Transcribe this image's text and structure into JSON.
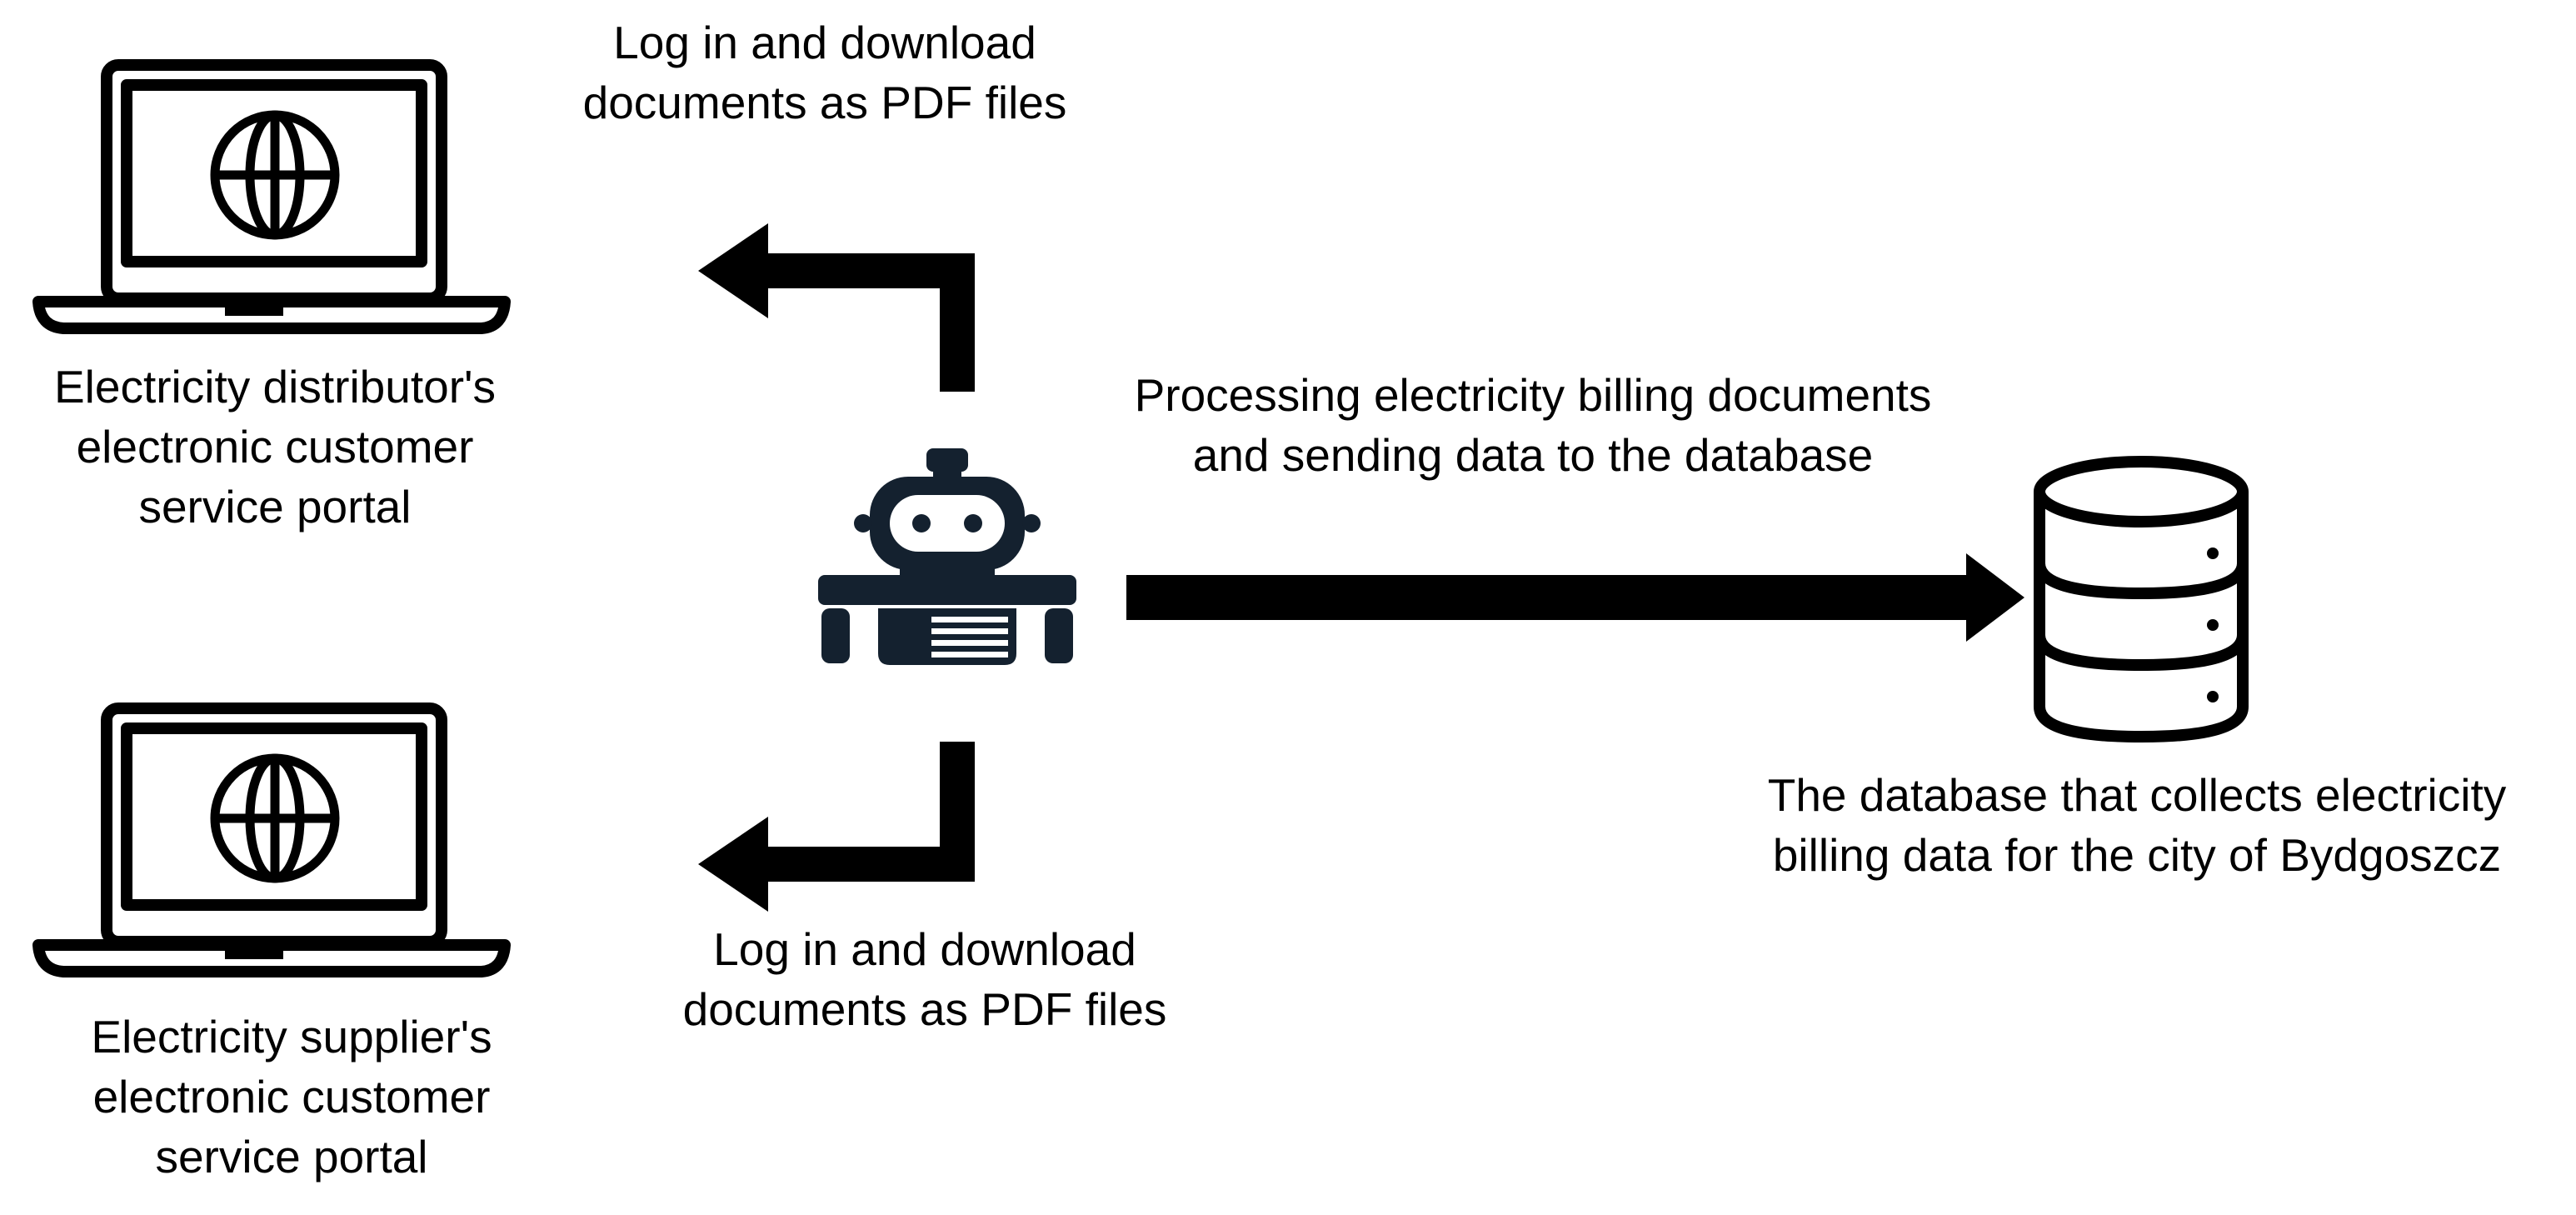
{
  "colors": {
    "stroke": "#000000",
    "robot": "#14212f",
    "background": "#ffffff"
  },
  "icons": {
    "laptop_top": "laptop-globe-icon",
    "laptop_bottom": "laptop-globe-icon",
    "robot": "robot-icon",
    "database": "database-icon"
  },
  "labels": {
    "distributor_portal": [
      "Electricity distributor's",
      "electronic customer",
      "service portal"
    ],
    "supplier_portal": [
      "Electricity supplier's",
      "electronic customer",
      "service portal"
    ],
    "top_action": [
      "Log in and download",
      "documents as PDF files"
    ],
    "bottom_action": [
      "Log in and download",
      "documents as PDF files"
    ],
    "processing": [
      "Processing electricity billing documents",
      "and sending data to the database"
    ],
    "database": [
      "The database that collects electricity",
      "billing data for the city of Bydgoszcz"
    ]
  }
}
